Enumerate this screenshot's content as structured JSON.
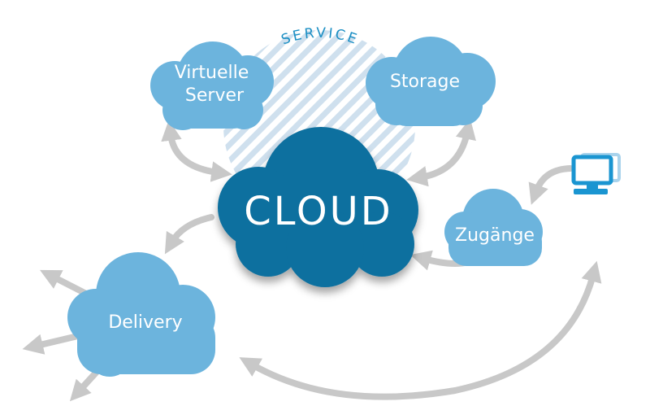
{
  "colors": {
    "light_cloud": "#6cb4dd",
    "dark_cloud": "#0a6f9f",
    "arrow_gray": "#c8c8c8",
    "service_hatch": "#cfe0ee",
    "service_text": "#1c8fc4",
    "computer": "#1a95d1"
  },
  "service": {
    "label": "SERVICE"
  },
  "clouds": {
    "virtual_server": {
      "line1": "Virtuelle",
      "line2": "Server"
    },
    "storage": {
      "label": "Storage"
    },
    "cloud": {
      "label": "CLOUD"
    },
    "access": {
      "label": "Zugänge"
    },
    "delivery": {
      "label": "Delivery"
    }
  },
  "icons": {
    "computer": "computer-monitor-icon"
  }
}
